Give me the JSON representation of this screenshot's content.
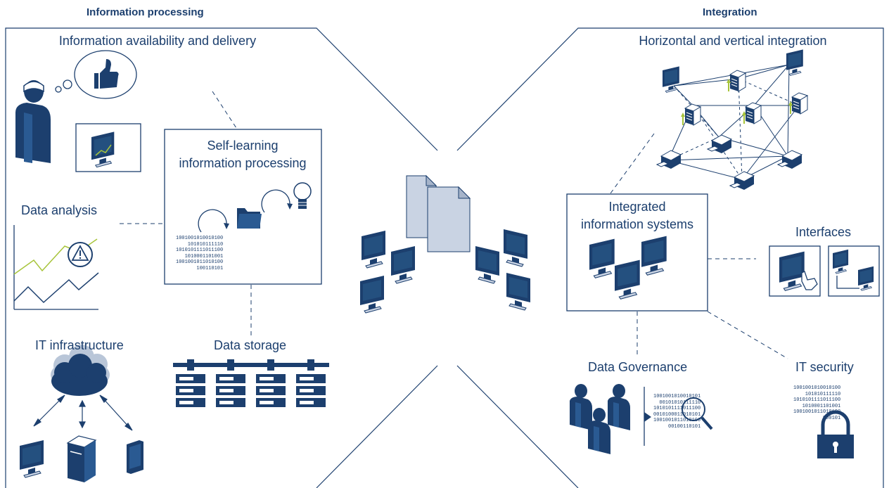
{
  "headers": {
    "left": "Information processing",
    "right": "Integration"
  },
  "labels": {
    "info_availability": "Information availability and delivery",
    "self_learning_line1": "Self-learning",
    "self_learning_line2": "information processing",
    "data_analysis": "Data analysis",
    "it_infrastructure": "IT infrastructure",
    "data_storage": "Data storage",
    "horizontal_vertical": "Horizontal and vertical integration",
    "integrated_line1": "Integrated",
    "integrated_line2": "information systems",
    "interfaces": "Interfaces",
    "data_governance": "Data Governance",
    "it_security": "IT security"
  },
  "binary": {
    "self_learning": [
      "1001001010010100",
      "101010111110",
      "1010101111011100",
      "1010001101001",
      "1001001011010100",
      "100110101"
    ],
    "governance": [
      "1001001010010101",
      "00101010111110",
      "1010101111011100",
      "0010100011010101",
      "1001001011010100",
      "00100110101"
    ],
    "security": [
      "1001001010010100",
      "101010111110",
      "1010101111011100",
      "1010001101001",
      "1001001011010100",
      "000101"
    ]
  },
  "colors": {
    "navy": "#1c3f6e",
    "paper": "#c9d3e3",
    "cloud": "#b9c6d8",
    "accent_green": "#a7c43a"
  },
  "icons": [
    "user-icon",
    "thumbs-up-icon",
    "monitor-icon",
    "chart-icon",
    "warning-icon",
    "folder-icon",
    "lightbulb-icon",
    "cloud-icon",
    "server-icon",
    "smartphone-icon",
    "document-icon",
    "printer-icon",
    "hand-pointer-icon",
    "magnifier-icon",
    "padlock-icon"
  ]
}
